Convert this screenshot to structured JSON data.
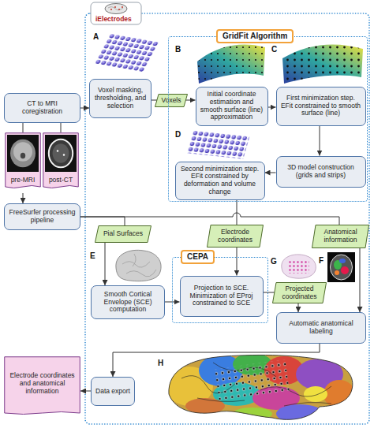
{
  "diagram": {
    "nodes": [
      {
        "text": [
          "CT to MRI coregistration"
        ]
      },
      {
        "text": [
          "pre-MRI"
        ]
      },
      {
        "text": [
          "post-CT"
        ]
      },
      {
        "text": [
          "FreeSurfer processing pipeline"
        ]
      },
      {
        "text": [
          "Voxel masking, thresholding, and selection"
        ]
      },
      {
        "text": [
          "Voxels"
        ]
      },
      {
        "text": [
          "GridFit Algorithm"
        ]
      },
      {
        "text": [
          "Initial coordinate estimation and smooth surface (line) approximation"
        ],
        "in": 6
      },
      {
        "text": [
          "First minimization step. EFit constrained to smooth surface (line)"
        ],
        "in": 6
      },
      {
        "text": [
          "3D model construction (grids and strips)"
        ],
        "in": 6
      },
      {
        "text": [
          "Second minimization step. EFit constrained by deformation and volume change"
        ],
        "in": 6
      },
      {
        "text": [
          "Pial Surfaces"
        ]
      },
      {
        "text": [
          "Electrode coordinates"
        ]
      },
      {
        "text": [
          "Anatomical information"
        ]
      },
      {
        "text": [
          "CEPA"
        ]
      },
      {
        "text": [
          "Smooth Cortical Envelope (SCE) computation"
        ]
      },
      {
        "text": [
          "Projection to SCE. Minimization of EProj constrained to SCE"
        ],
        "in": 14
      },
      {
        "text": [
          "Projected coordinates"
        ]
      },
      {
        "text": [
          "Automatic anatomical labeling"
        ]
      },
      {
        "text": [
          "Data export"
        ]
      },
      {
        "text": [
          "Electrode coordinates and anatomical information"
        ]
      }
    ],
    "edges": [
      {
        "from": 0,
        "to": 4,
        "arrow": "to"
      },
      {
        "from": 1,
        "to": 0,
        "arrow": "none"
      },
      {
        "from": 2,
        "to": 0,
        "arrow": "none"
      },
      {
        "from": 1,
        "to": 3,
        "arrow": "to"
      },
      {
        "from": 4,
        "to": 5,
        "arrow": "none"
      },
      {
        "from": 5,
        "to": 7,
        "arrow": "to"
      },
      {
        "from": 7,
        "to": 8,
        "arrow": "to"
      },
      {
        "from": 8,
        "to": 9,
        "arrow": "to"
      },
      {
        "from": 9,
        "to": 10,
        "arrow": "to"
      },
      {
        "from": 10,
        "to": 12,
        "arrow": "none"
      },
      {
        "from": 3,
        "to": 11,
        "arrow": "none"
      },
      {
        "from": 3,
        "to": 13,
        "arrow": "none"
      },
      {
        "from": 11,
        "to": 15,
        "arrow": "to"
      },
      {
        "from": 15,
        "to": 16,
        "arrow": "to"
      },
      {
        "from": 12,
        "to": 16,
        "arrow": "to"
      },
      {
        "from": 16,
        "to": 17,
        "arrow": "none"
      },
      {
        "from": 17,
        "to": 18,
        "arrow": "to"
      },
      {
        "from": 13,
        "to": 18,
        "arrow": "to"
      },
      {
        "from": 18,
        "to": 19,
        "arrow": "to"
      },
      {
        "from": 19,
        "to": 20,
        "arrow": "to"
      }
    ],
    "labels": [
      "iElectrodes",
      "A",
      "B",
      "C",
      "D",
      "E",
      "G",
      "F",
      "H"
    ]
  }
}
